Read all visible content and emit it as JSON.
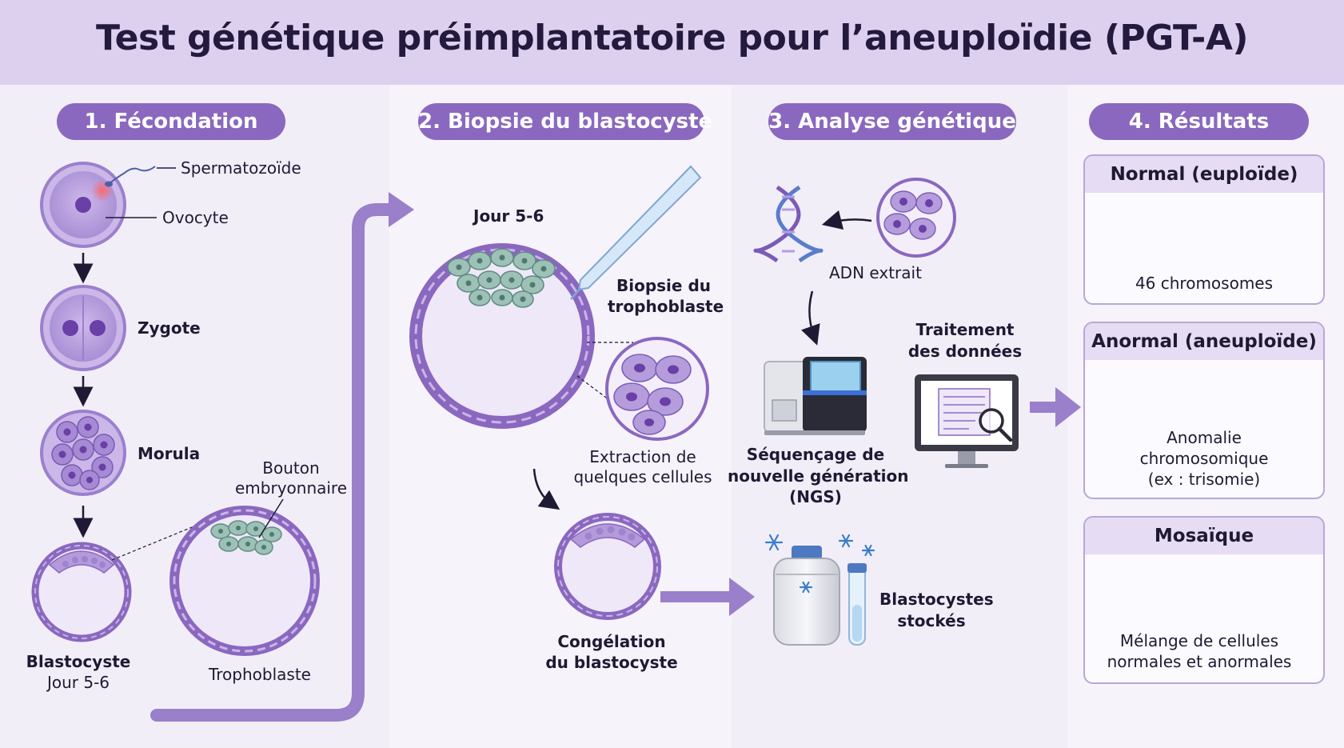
{
  "title": "Test génétique préimplantatoire pour l’aneuploïdie (PGT-A)",
  "steps": [
    {
      "label": "1. Fécondation"
    },
    {
      "label": "2. Biopsie du blastocyste"
    },
    {
      "label": "3. Analyse génétique"
    },
    {
      "label": "4. Résultats"
    }
  ],
  "fecondation": {
    "spermatozoide": "Spermatozoïde",
    "ovocyte": "Ovocyte",
    "zygote": "Zygote",
    "morula": "Morula",
    "bouton_line1": "Bouton",
    "bouton_line2": "embryonnaire",
    "blastocyste": "Blastocyste",
    "jour": "Jour 5-6",
    "trophoblaste": "Trophoblaste"
  },
  "biopsie": {
    "jour": "Jour 5-6",
    "biopsie_line1": "Biopsie du",
    "biopsie_line2": "trophoblaste",
    "extraction_line1": "Extraction de",
    "extraction_line2": "quelques cellules",
    "congelation_line1": "Congélation",
    "congelation_line2": "du blastocyste"
  },
  "analyse": {
    "adn": "ADN extrait",
    "traitement_line1": "Traitement",
    "traitement_line2": "des données",
    "ngs_line1": "Séquençage de",
    "ngs_line2": "nouvelle génération",
    "ngs_line3": "(NGS)",
    "stockes_line1": "Blastocystes",
    "stockes_line2": "stockés"
  },
  "resultats": {
    "normal": {
      "title": "Normal (euploïde)",
      "text": "46 chromosomes"
    },
    "anormal": {
      "title": "Anormal (aneuploïde)",
      "line1": "Anomalie",
      "line2": "chromosomique",
      "line3": "(ex : trisomie)"
    },
    "mosaique": {
      "title": "Mosaïque",
      "line1": "Mélange de cellules",
      "line2": "normales et anormales"
    }
  },
  "icons": {
    "check": "check-icon",
    "cross": "cross-icon",
    "wave": "wave-icon",
    "dna": "dna-icon",
    "sequencer": "sequencer-icon",
    "monitor": "monitor-icon",
    "magnifier": "magnifier-icon",
    "cryo_tank": "cryo-tank-icon",
    "snowflake": "snowflake-icon",
    "tube": "test-tube-icon",
    "pipette": "pipette-icon"
  },
  "colors": {
    "accent": "#8a68bf",
    "header_bg": "#ddd0ee",
    "check": "#3a9a3a",
    "cross": "#d23b3b",
    "chrom_purple": "#8c6cc4",
    "chrom_blue": "#5b7ccd",
    "chrom_green": "#4f8a7e",
    "chrom_red": "#c8343b"
  }
}
